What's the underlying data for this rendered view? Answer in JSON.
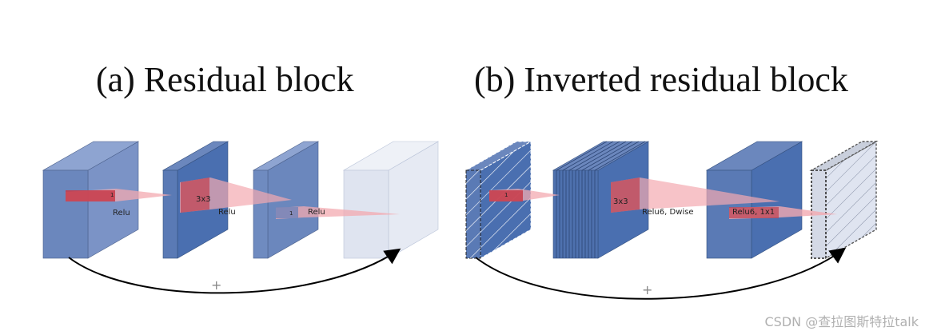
{
  "titles": {
    "a": "(a) Residual block",
    "b": "(b) Inverted residual block"
  },
  "block_a": {
    "layers": [
      {
        "op_label": "Relu",
        "kernel_label": "1"
      },
      {
        "op_label": "Relu",
        "kernel_label": "3x3"
      },
      {
        "op_label": "Relu",
        "kernel_label": "1"
      }
    ],
    "skip_symbol": "+"
  },
  "block_b": {
    "layers": [
      {
        "op_label": "",
        "kernel_label": "1"
      },
      {
        "op_label": "Relu6, Dwise",
        "kernel_label": "3x3"
      },
      {
        "op_label": "Relu6, 1x1",
        "kernel_label": ""
      }
    ],
    "skip_symbol": "+"
  },
  "watermark": "CSDN @查拉图斯特拉talk",
  "colors": {
    "block_front": "#6b87bd",
    "block_side": "#7b93c6",
    "block_top": "#8ea4d1",
    "block_dark": "#4a6fb0",
    "block_light": "#dfe4f0",
    "kernel_red": "#c73a48",
    "projection_pink": "#f3a9b0"
  }
}
